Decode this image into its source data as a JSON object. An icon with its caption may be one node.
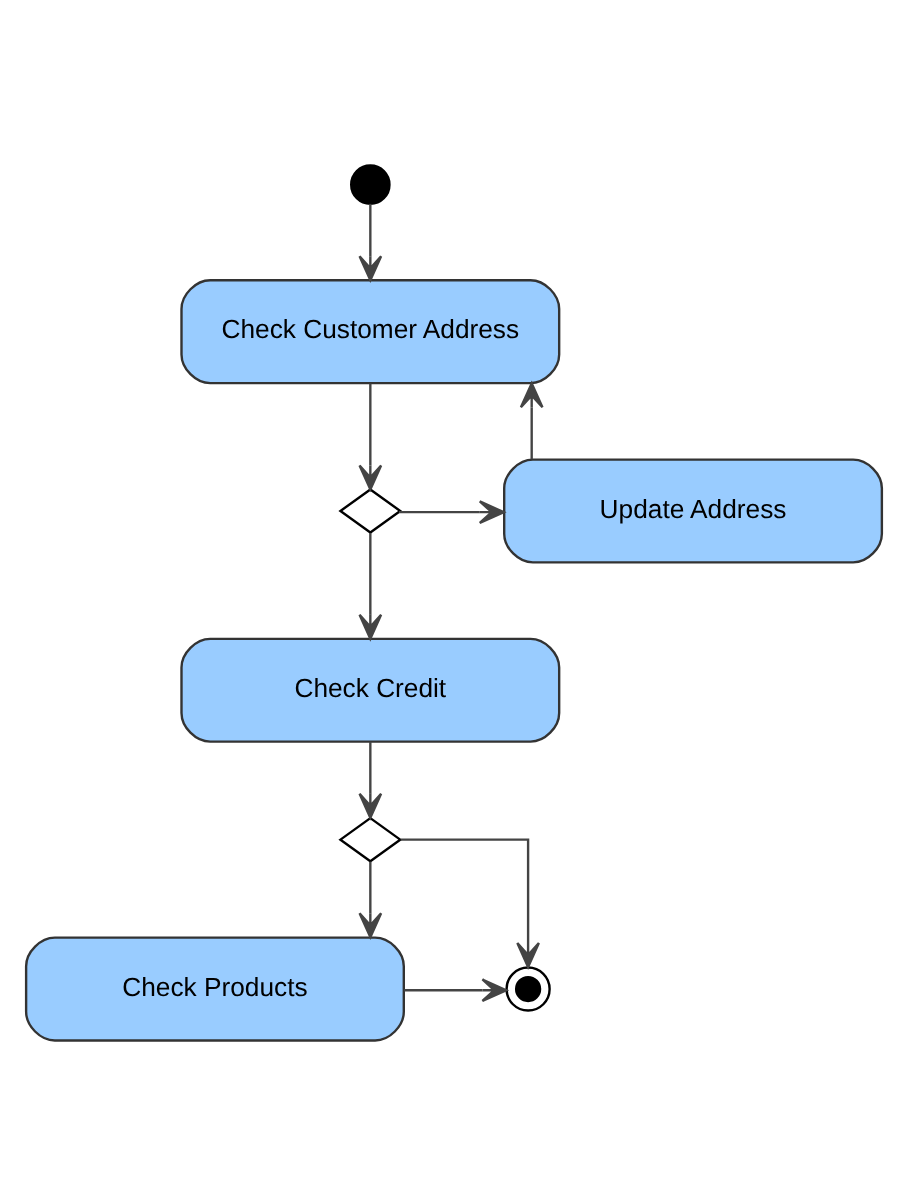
{
  "diagram": {
    "nodes": [
      {
        "text": [],
        "shape": "dot"
      },
      {
        "text": [
          "Check Customer Address"
        ]
      },
      {
        "text": [],
        "shape": "diamond"
      },
      {
        "text": [
          "Update Address"
        ]
      },
      {
        "text": [
          "Check Credit"
        ]
      },
      {
        "text": [],
        "shape": "diamond"
      },
      {
        "text": [
          "Check Products"
        ]
      },
      {
        "text": [],
        "shape": "bullseye"
      }
    ],
    "edges": [
      {
        "from": 0,
        "to": 1,
        "arrow": "to"
      },
      {
        "from": 1,
        "to": 2,
        "arrow": "to"
      },
      {
        "from": 2,
        "to": 3,
        "arrow": "to"
      },
      {
        "from": 3,
        "to": 1,
        "arrow": "to"
      },
      {
        "from": 2,
        "to": 4,
        "arrow": "to"
      },
      {
        "from": 4,
        "to": 5,
        "arrow": "to"
      },
      {
        "from": 5,
        "to": 6,
        "arrow": "to"
      },
      {
        "from": 5,
        "to": 7,
        "arrow": "to"
      },
      {
        "from": 6,
        "to": 7,
        "arrow": "to"
      }
    ]
  }
}
